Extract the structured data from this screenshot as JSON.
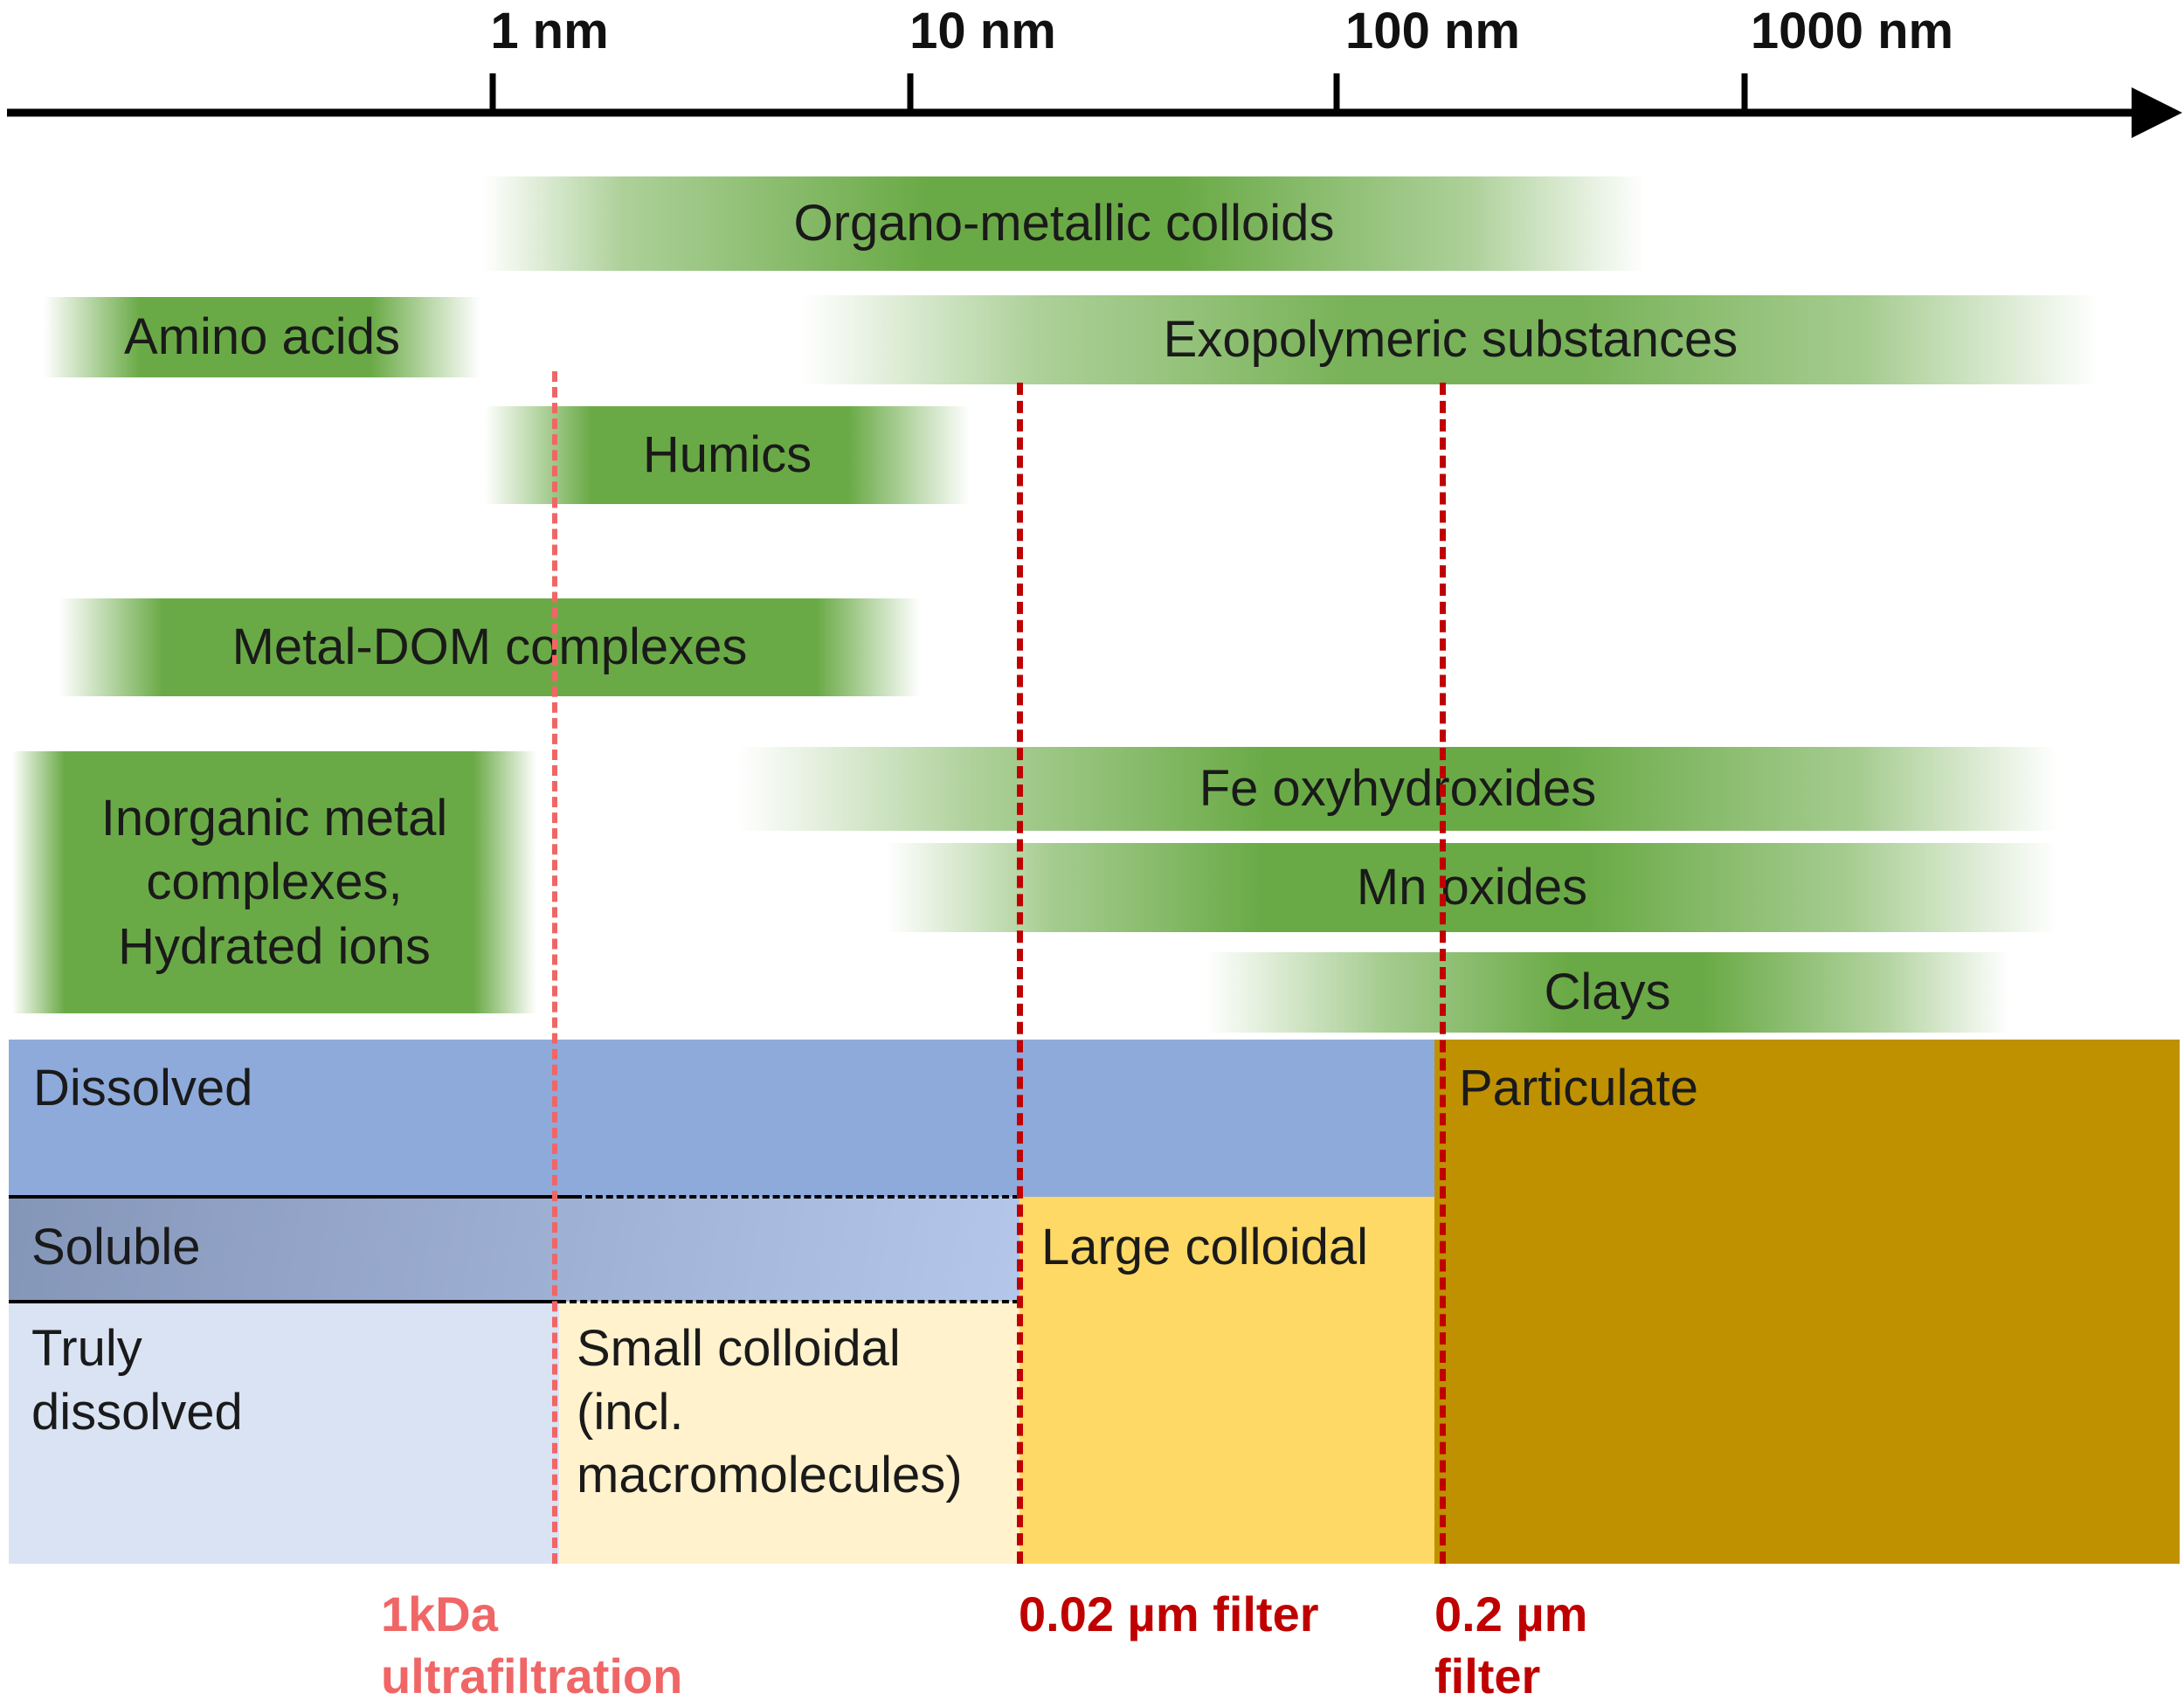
{
  "colors": {
    "bar_green": "#6aaa46",
    "dissolved_blue": "#8eaadb",
    "soluble_gray_blue": "#8e9fbf",
    "truly_dissolved": "#dae3f3",
    "small_colloidal": "#fff2cc",
    "large_colloidal": "#ffd966",
    "particulate": "#bf9000",
    "ultrafiltration_line": "#f06666",
    "filter_line": "#c00000"
  },
  "axis": {
    "ticks": [
      "1 nm",
      "10 nm",
      "100 nm",
      "1000 nm"
    ]
  },
  "bars": [
    {
      "id": "organo-metallic-colloids",
      "label": "Organo-metallic colloids"
    },
    {
      "id": "amino-acids",
      "label": "Amino acids"
    },
    {
      "id": "exopolymeric-substances",
      "label": "Exopolymeric substances"
    },
    {
      "id": "humics",
      "label": "Humics"
    },
    {
      "id": "metal-dom-complexes",
      "label": "Metal-DOM complexes"
    },
    {
      "id": "inorganic-metal-complexes",
      "label": "Inorganic metal\ncomplexes,\nHydrated ions"
    },
    {
      "id": "fe-oxyhydroxides",
      "label": "Fe oxyhydroxides"
    },
    {
      "id": "mn-oxides",
      "label": "Mn oxides"
    },
    {
      "id": "clays",
      "label": "Clays"
    }
  ],
  "zones": {
    "dissolved": "Dissolved",
    "particulate": "Particulate",
    "soluble": "Soluble",
    "large_colloidal": "Large colloidal",
    "truly_dissolved": "Truly\ndissolved",
    "small_colloidal": "Small colloidal\n(incl.\nmacromolecules)"
  },
  "filters": {
    "ultrafiltration": "1kDa\nultrafiltration",
    "filter_002": "0.02 µm filter",
    "filter_02": "0.2 µm\nfilter"
  }
}
